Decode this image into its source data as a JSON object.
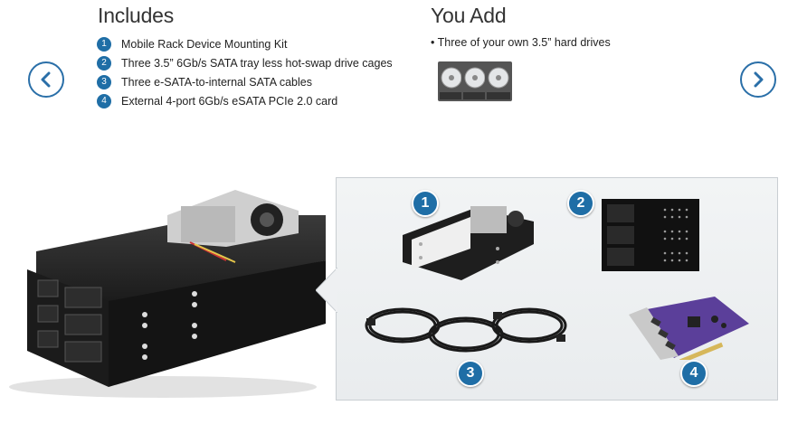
{
  "includes": {
    "title": "Includes",
    "items": [
      {
        "num": "1",
        "label": "Mobile Rack Device Mounting Kit"
      },
      {
        "num": "2",
        "label": "Three 3.5” 6Gb/s SATA tray less hot-swap drive cages"
      },
      {
        "num": "3",
        "label": "Three e-SATA-to-internal SATA cables"
      },
      {
        "num": "4",
        "label": "External 4-port 6Gb/s eSATA PCIe 2.0 card"
      }
    ]
  },
  "you_add": {
    "title": "You Add",
    "text": "• Three of your own 3.5” hard drives"
  },
  "components": {
    "badges": [
      "1",
      "2",
      "3",
      "4"
    ]
  },
  "colors": {
    "accent": "#1f6ea6",
    "nav_border": "#2a6fa8",
    "panel_bg": "#eef0f2"
  },
  "icons": {
    "prev": "chevron-left-icon",
    "next": "chevron-right-icon"
  }
}
